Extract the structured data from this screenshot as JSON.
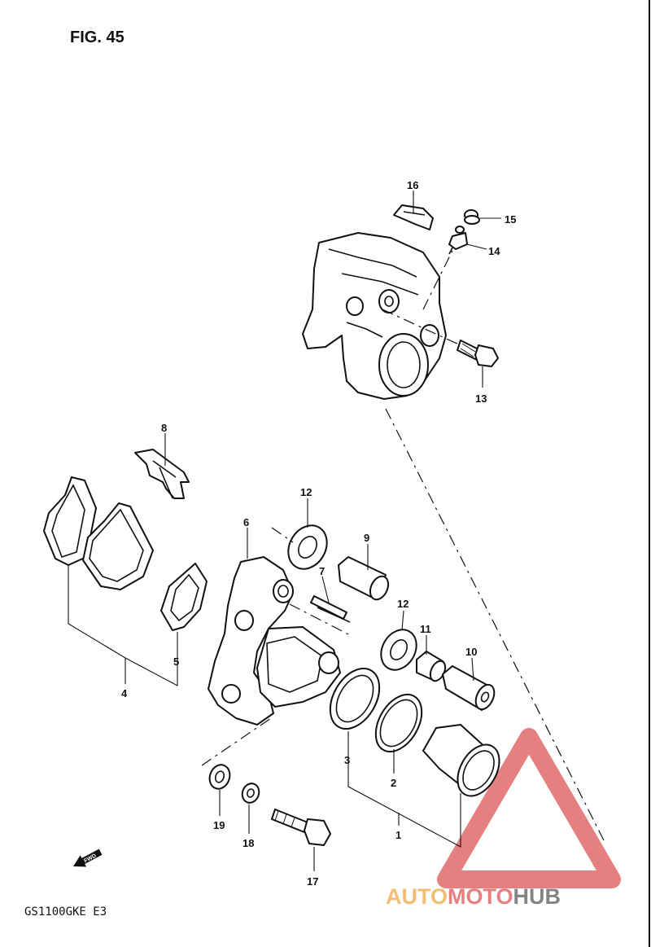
{
  "figure_title": "FIG. 45",
  "model_code": "GS1100GKE  E3",
  "forward_marker": "FWD",
  "watermark": {
    "brand_part1": "AUTO",
    "brand_part2": "MOTO",
    "brand_part3": "HUB",
    "colors": {
      "auto": "#f2b25c",
      "moto": "#e26a6a",
      "hub": "#6f6f6f",
      "triangle": "#e26a6a"
    }
  },
  "callouts": {
    "c1": "1",
    "c2": "2",
    "c3": "3",
    "c4": "4",
    "c5": "5",
    "c6": "6",
    "c7": "7",
    "c8": "8",
    "c9": "9",
    "c10": "10",
    "c11": "11",
    "c12a": "12",
    "c12b": "12",
    "c13": "13",
    "c14": "14",
    "c15": "15",
    "c16": "16",
    "c17": "17",
    "c18": "18",
    "c19": "19"
  }
}
